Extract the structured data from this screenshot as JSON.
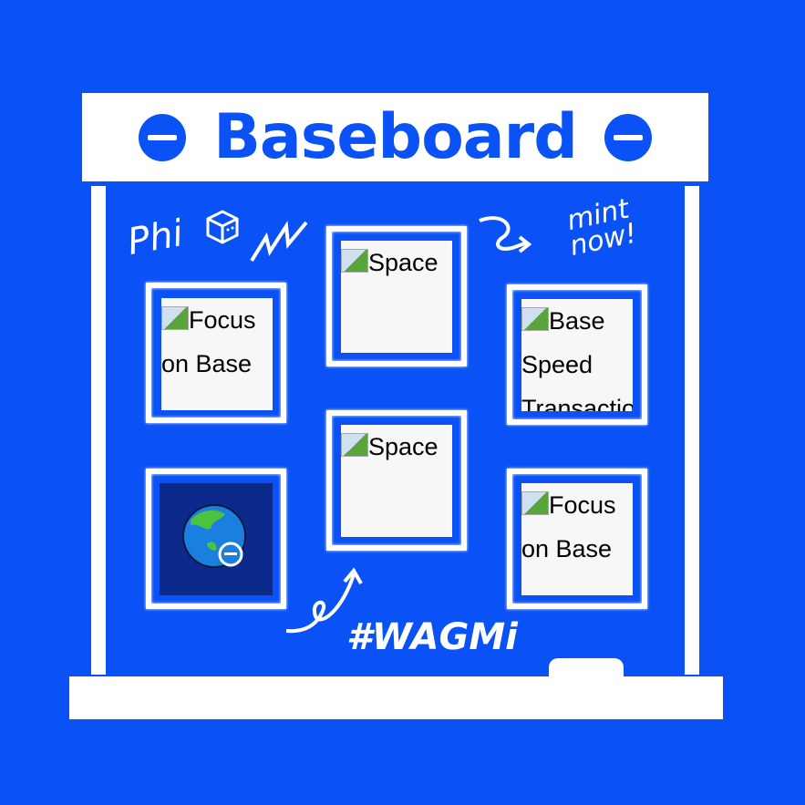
{
  "header": {
    "title": "Baseboard"
  },
  "doodles": {
    "phi": "Phi",
    "mint": "mint",
    "now": "now!",
    "wagmi": "#WAGMi"
  },
  "tiles": [
    {
      "alt": "Focus on Base"
    },
    {
      "alt": "Space"
    },
    {
      "alt": "Base Speed Transaction"
    },
    {
      "alt": "globe"
    },
    {
      "alt": "Space"
    },
    {
      "alt": "Focus on Base"
    }
  ],
  "colors": {
    "background": "#0a52f5",
    "globe_tile": "#0b2a8c"
  }
}
